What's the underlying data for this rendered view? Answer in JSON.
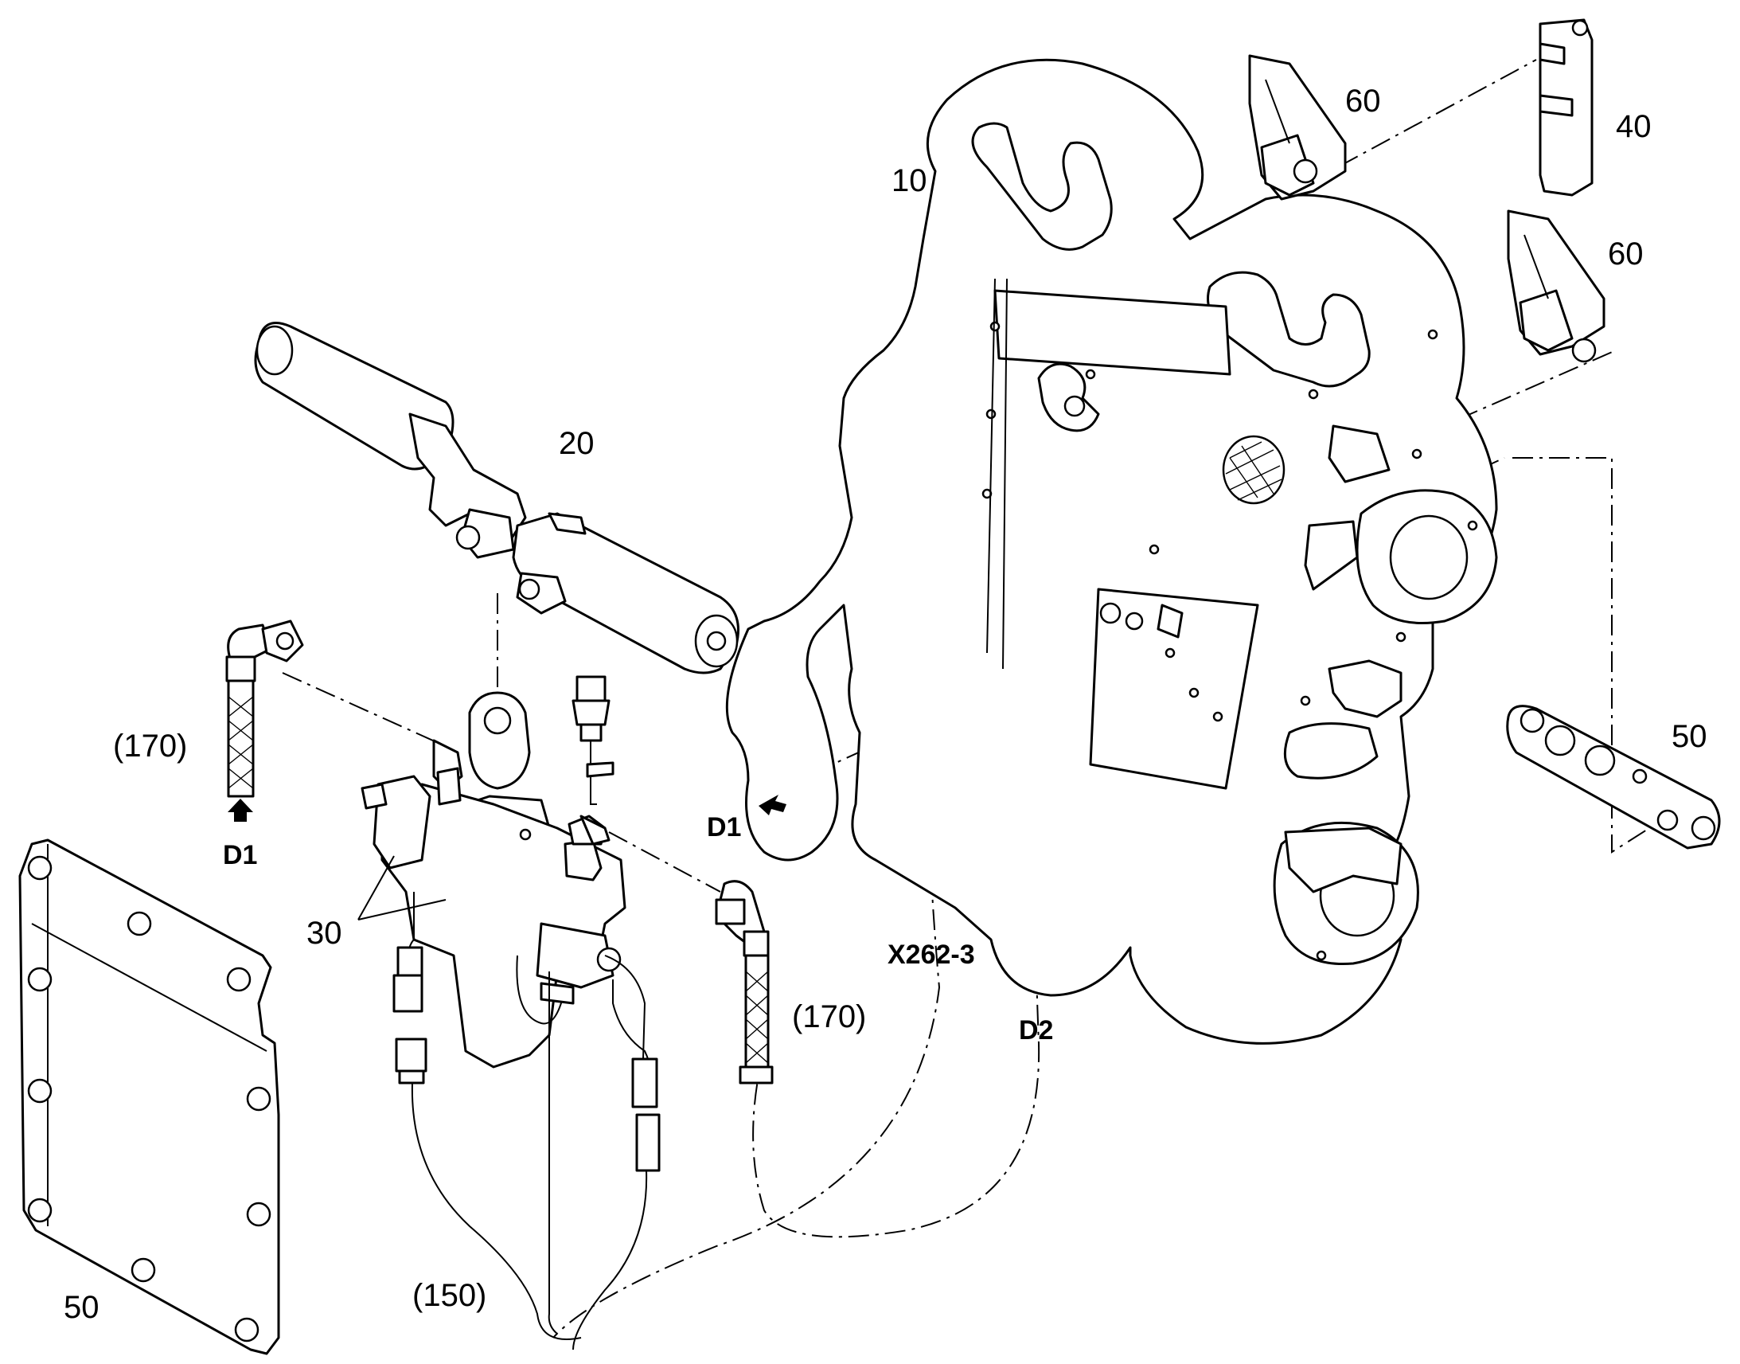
{
  "labels": {
    "frame": "10",
    "cylinder": "20",
    "valve": "30",
    "bracket": "40",
    "cover_plate": "50",
    "plate_small": "50",
    "wedge_top": "60",
    "wedge_bottom": "60",
    "hose_left": "(170)",
    "hose_right": "(170)",
    "cable": "(150)",
    "d1_left": "D1",
    "d1_frame": "D1",
    "d2": "D2",
    "connector": "X262-3"
  },
  "colors": {
    "line": "#000000",
    "background": "#ffffff"
  }
}
